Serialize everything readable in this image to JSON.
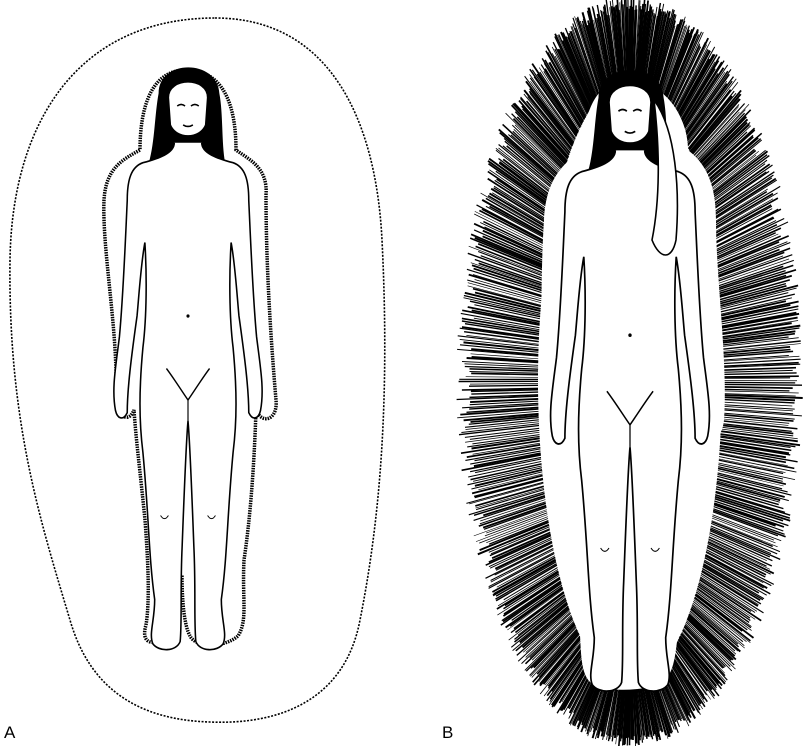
{
  "figure": {
    "panels": [
      {
        "label": "A",
        "aura_style": "outline"
      },
      {
        "label": "B",
        "aura_style": "radiating"
      }
    ],
    "colors": {
      "ink": "#000000",
      "paper": "#ffffff"
    }
  }
}
